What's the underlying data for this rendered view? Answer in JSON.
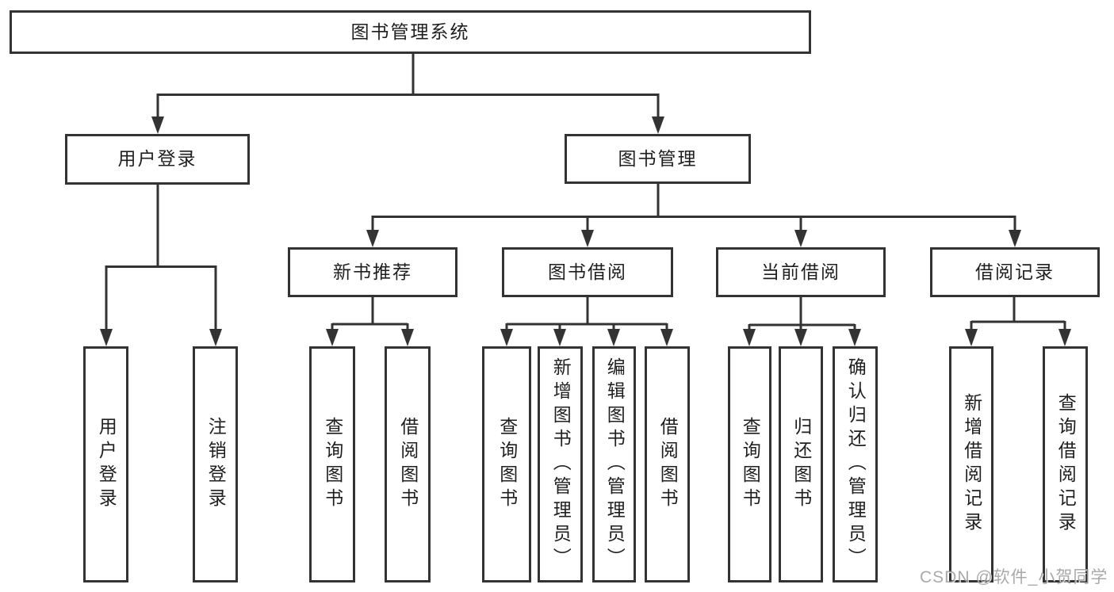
{
  "diagram": {
    "root": {
      "label": "图书管理系统"
    },
    "branches": [
      {
        "id": "user-login",
        "label": "用户登录",
        "children": [
          {
            "label": "用户登录"
          },
          {
            "label": "注销登录"
          }
        ]
      },
      {
        "id": "book-management",
        "label": "图书管理",
        "children": [
          {
            "id": "new-book-recommend",
            "label": "新书推荐",
            "children": [
              {
                "label": "查询图书"
              },
              {
                "label": "借阅图书"
              }
            ]
          },
          {
            "id": "book-borrow",
            "label": "图书借阅",
            "children": [
              {
                "label": "查询图书"
              },
              {
                "label": "新增图书（管理员）"
              },
              {
                "label": "编辑图书（管理员）"
              },
              {
                "label": "借阅图书"
              }
            ]
          },
          {
            "id": "current-borrow",
            "label": "当前借阅",
            "children": [
              {
                "label": "查询图书"
              },
              {
                "label": "归还图书"
              },
              {
                "label": "确认归还（管理员）"
              }
            ]
          },
          {
            "id": "borrow-records",
            "label": "借阅记录",
            "children": [
              {
                "label": "新增借阅记录"
              },
              {
                "label": "查询借阅记录"
              }
            ]
          }
        ]
      }
    ]
  },
  "colors": {
    "line": "#333333",
    "text": "#1f1f1f",
    "background": "#ffffff",
    "watermark": "#9b9b9b"
  },
  "watermark": {
    "text": "CSDN @软件_小贺同学"
  }
}
